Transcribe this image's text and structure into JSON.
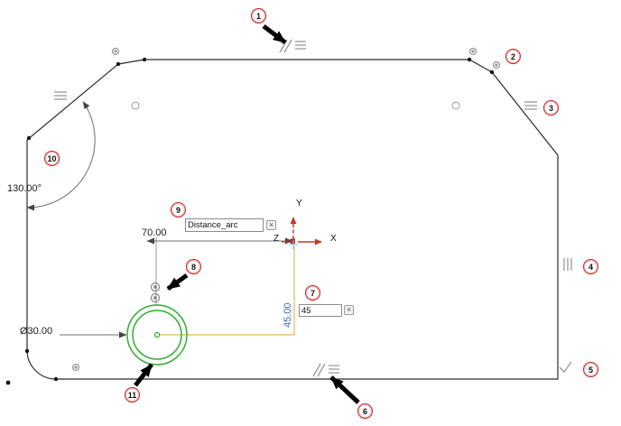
{
  "callouts": {
    "labels": [
      "1",
      "2",
      "3",
      "4",
      "5",
      "6",
      "7",
      "8",
      "9",
      "10",
      "11"
    ]
  },
  "dimensions": {
    "angle": "130.00°",
    "horizontal_distance": "70.00",
    "diameter": "Ø30.00",
    "vertical_distance": "45.00"
  },
  "inputs": {
    "distance_arc": {
      "value": "Distance_arc"
    },
    "vertical_distance": {
      "value": "45"
    }
  },
  "axes": {
    "x": "X",
    "y": "Y",
    "z": "Z"
  },
  "icons": {
    "close": "×"
  },
  "colors": {
    "callout_ring": "#d92b2b",
    "selection_green": "#2fae2f",
    "axis_red": "#c03a2b",
    "dimension_text_blue": "#3a62c4",
    "extension_yellow": "#e6b94d",
    "constraint_gray": "#999999",
    "geometry_black": "#2b2b2b"
  }
}
